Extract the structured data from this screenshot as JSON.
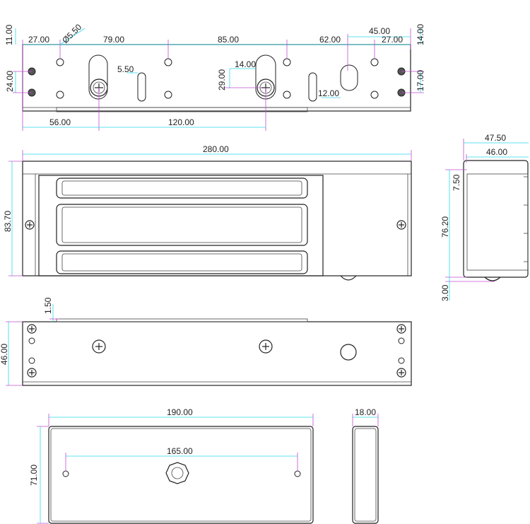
{
  "dims": {
    "top_11": "11.00",
    "top_27a": "27.00",
    "top_dia": "Ø5.50",
    "top_79": "79.00",
    "top_85": "85.00",
    "top_62": "62.00",
    "top_45": "45.00",
    "top_27b": "27.00",
    "top_14a": "14.00",
    "top_24": "24.00",
    "top_5_5": "5.50",
    "top_14b": "14.00",
    "top_29": "29.00",
    "top_12": "12.00",
    "top_17": "17.00",
    "top_56": "56.00",
    "top_120": "120.00",
    "front_280": "280.00",
    "front_83_7": "83.70",
    "side_47_5": "47.50",
    "side_46": "46.00",
    "side_7_5": "7.50",
    "side_76_2": "76.20",
    "side_3": "3.00",
    "back_1_5": "1.50",
    "back_46": "46.00",
    "plate_190": "190.00",
    "plate_165": "165.00",
    "plate_71": "71.00",
    "plate_18": "18.00"
  },
  "colors": {
    "outline": "#222222",
    "dimension": "#2bd9ec",
    "extension": "#c04fd0"
  }
}
